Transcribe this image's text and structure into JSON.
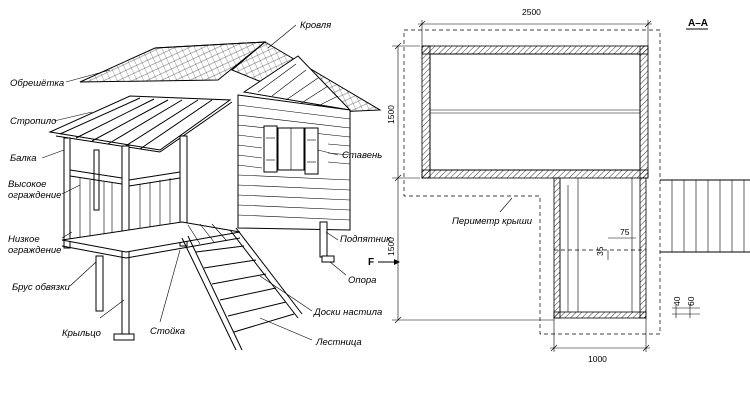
{
  "labels": {
    "krovlya": "Кровля",
    "obreshetka": "Обрешётка",
    "stropilo": "Стропило",
    "balka": "Балка",
    "vysokoe_1": "Высокое",
    "vysokoe_2": "ограждение",
    "nizkoe_1": "Низкое",
    "nizkoe_2": "ограждение",
    "brus": "Брус обвязки",
    "krylco": "Крыльцо",
    "stoyka": "Стойка",
    "lestnica": "Лестница",
    "doski": "Доски настила",
    "opora": "Опора",
    "podlyatnik": "Подпятник",
    "staven": "Ставень",
    "perimetr": "Периметр крыши",
    "section": "А–А",
    "arrow_f": "F"
  },
  "dimensions": {
    "width_top": "2500",
    "height_left_upper": "1500",
    "height_left_lower": "1500",
    "width_bottom": "1000",
    "d75": "75",
    "d35": "35",
    "d40": "40",
    "d60": "60"
  }
}
